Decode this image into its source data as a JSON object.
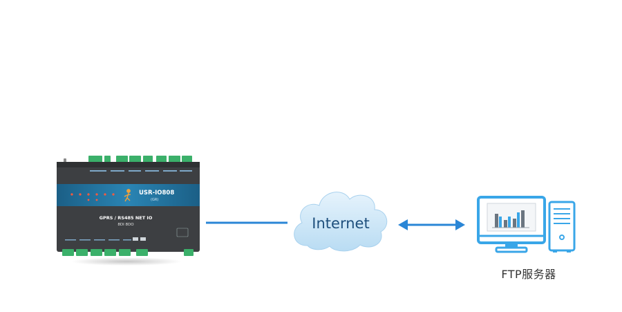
{
  "device": {
    "model": "USR-IO808",
    "variant": "(GR)",
    "line1": "GPRS / RS485 NET IO",
    "line2": "8DI 8DO"
  },
  "cloud": {
    "label": "Internet"
  },
  "server": {
    "label": "FTP服务器"
  },
  "colors": {
    "link_blue": "#2a86d6",
    "device_body": "#3d3f42",
    "device_band": "#1f6f9a",
    "terminal_green": "#3bb06a",
    "cloud_fill": "#cfe7f7",
    "monitor_blue": "#39a6e8"
  }
}
